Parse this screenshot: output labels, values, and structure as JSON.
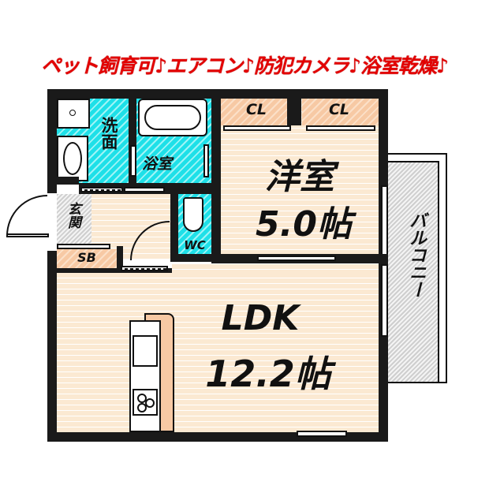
{
  "header": {
    "features_banner": "ペット飼育可♪エアコン♪防犯カメラ♪浴室乾燥♪",
    "features": [
      "ペット飼育可",
      "エアコン",
      "防犯カメラ",
      "浴室乾燥"
    ],
    "separator": "♪",
    "color": "#e30000"
  },
  "floorplan": {
    "rooms": {
      "western_room": {
        "name": "洋室",
        "size": "5.0帖"
      },
      "ldk": {
        "name": "LDK",
        "size": "12.2帖"
      },
      "washroom": {
        "name": "洗面"
      },
      "bathroom": {
        "name": "浴室"
      },
      "entrance": {
        "name": "玄関"
      },
      "toilet": {
        "name": "WC"
      },
      "shoe_box": {
        "name": "SB"
      },
      "closet_left": {
        "name": "CL"
      },
      "closet_right": {
        "name": "CL"
      },
      "balcony": {
        "name": "バルコニー"
      }
    },
    "colors": {
      "wall": "#1a1a1a",
      "floor": "#fbe9d2",
      "wet_area": "#1ee0e8",
      "closet": "#f7c9a4",
      "balcony": "#d9d9d9"
    }
  }
}
